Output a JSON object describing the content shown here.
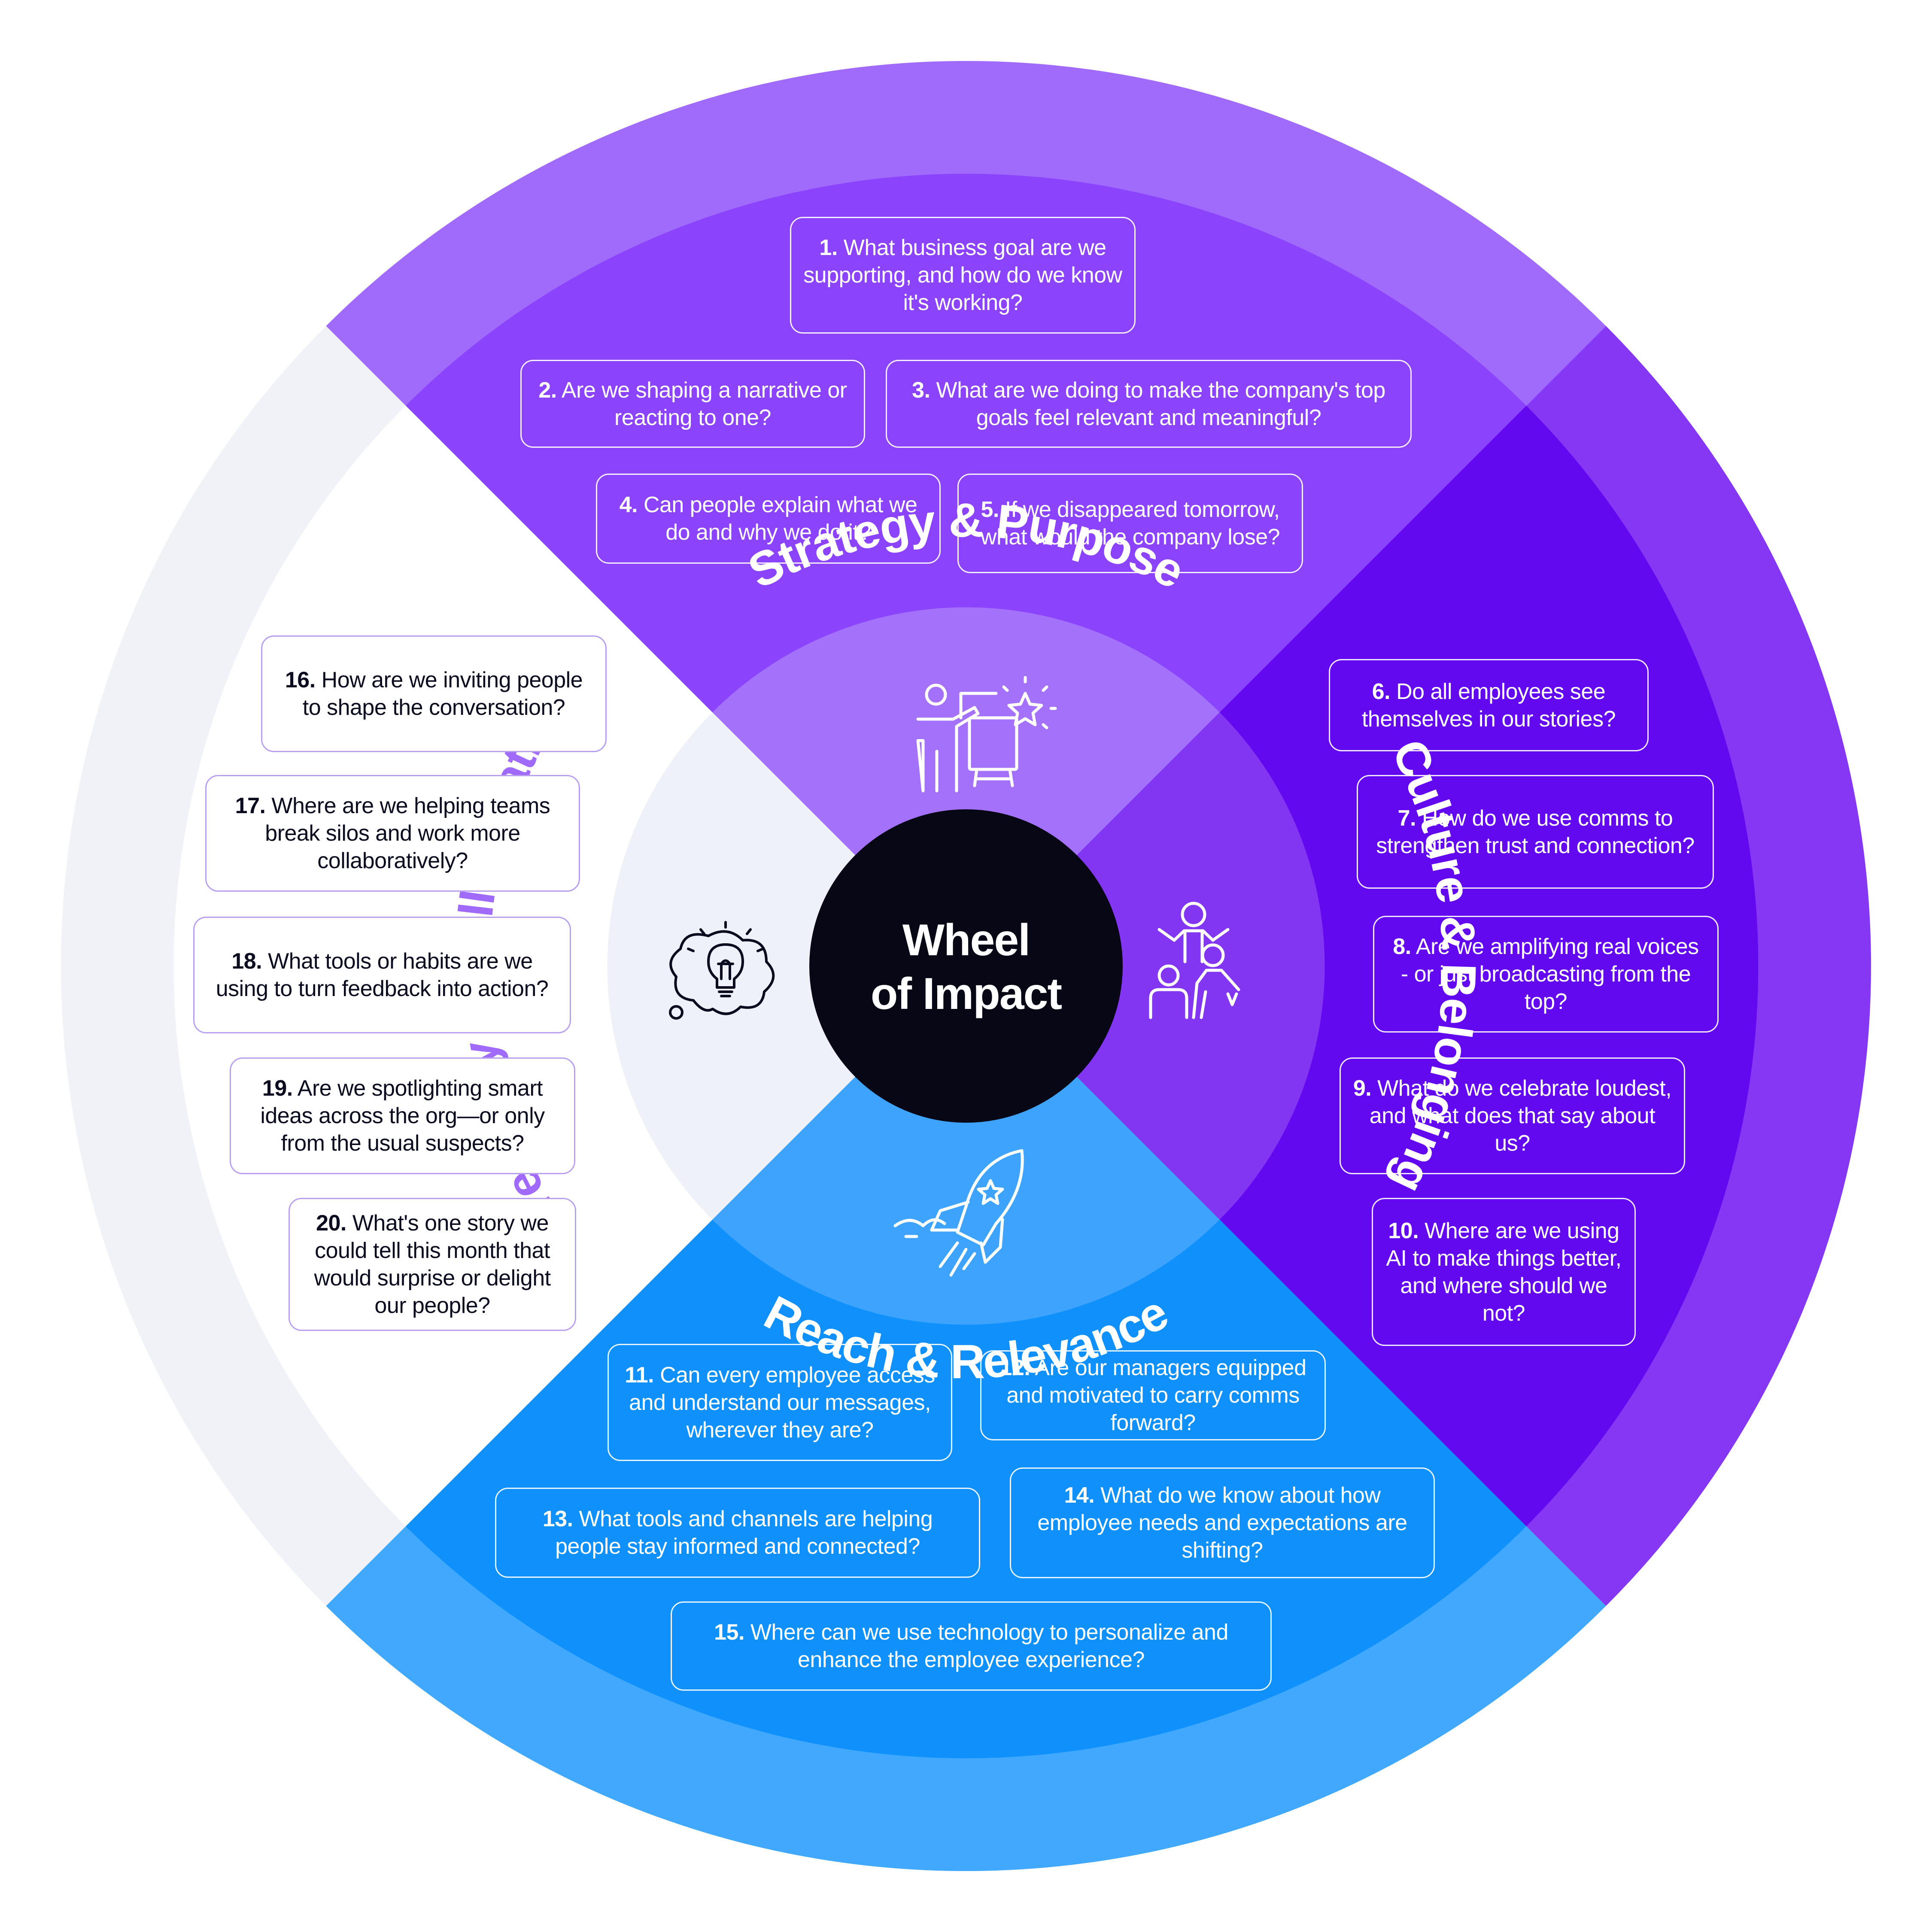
{
  "center": {
    "line1": "Wheel",
    "line2": "of Impact"
  },
  "colors": {
    "strategy_outer": "#A06BFA",
    "strategy_inner": "#8B43FC",
    "strategy_hub": "#A472FA",
    "culture_outer": "#8637F4",
    "culture_inner": "#6309F0",
    "culture_hub": "#8236F2",
    "reach_outer": "#40A8FD",
    "reach_inner": "#0F90FB",
    "reach_hub": "#3DA3FC",
    "creativity_outer": "#F0F2F8",
    "creativity_inner": "#FFFFFF",
    "creativity_hub": "#EEF1F7",
    "center": "#070716",
    "creativity_title": "#A06BFA"
  },
  "sections": {
    "strategy": {
      "title": "Strategy & Purpose",
      "icon": "presentation-star-icon",
      "questions": [
        {
          "num": "1.",
          "text": "What business goal are we supporting, and how do we know it's working?"
        },
        {
          "num": "2.",
          "text": "Are we shaping a narrative or reacting to one?"
        },
        {
          "num": "3.",
          "text": "What are we doing to make the company's top goals feel relevant and meaningful?"
        },
        {
          "num": "4.",
          "text": "Can people explain what we do and why we do it?"
        },
        {
          "num": "5.",
          "text": "If we disappeared tomorrow, what would the company lose?"
        }
      ]
    },
    "culture": {
      "title": "Culture & Belonging",
      "icon": "people-celebrating-icon",
      "questions": [
        {
          "num": "6.",
          "text": "Do all employees see themselves in our stories?"
        },
        {
          "num": "7.",
          "text": "How do we use comms to strengthen trust and connection?"
        },
        {
          "num": "8.",
          "text": "Are we amplifying real voices - or just broadcasting from the top?"
        },
        {
          "num": "9.",
          "text": "What do we celebrate loudest, and what does that say about us?"
        },
        {
          "num": "10.",
          "text": "Where are we using AI to make things better, and where should we not?"
        }
      ]
    },
    "reach": {
      "title": "Reach & Relevance",
      "icon": "rocket-icon",
      "questions": [
        {
          "num": "11.",
          "text": "Can every employee access and understand our messages, wherever they are?"
        },
        {
          "num": "12.",
          "text": "Are our managers equipped and motivated to carry comms forward?"
        },
        {
          "num": "13.",
          "text": "What tools and channels are helping people stay informed and connected?"
        },
        {
          "num": "14.",
          "text": "What do we know about how employee needs and expectations are shifting?"
        },
        {
          "num": "15.",
          "text": "Where can we use technology to personalize and enhance the employee experience?"
        }
      ]
    },
    "creativity": {
      "title": "Creativity & Collaboration",
      "icon": "lightbulb-thought-icon",
      "questions": [
        {
          "num": "16.",
          "text": "How are we inviting people to shape the conversation?"
        },
        {
          "num": "17.",
          "text": "Where are we helping teams break silos and work more collaboratively?"
        },
        {
          "num": "18.",
          "text": "What tools or habits are we using to turn feedback into action?"
        },
        {
          "num": "19.",
          "text": "Are we spotlighting smart ideas across the org—or only from the usual suspects?"
        },
        {
          "num": "20.",
          "text": "What's one story we could tell this month that would surprise or delight our people?"
        }
      ]
    }
  }
}
